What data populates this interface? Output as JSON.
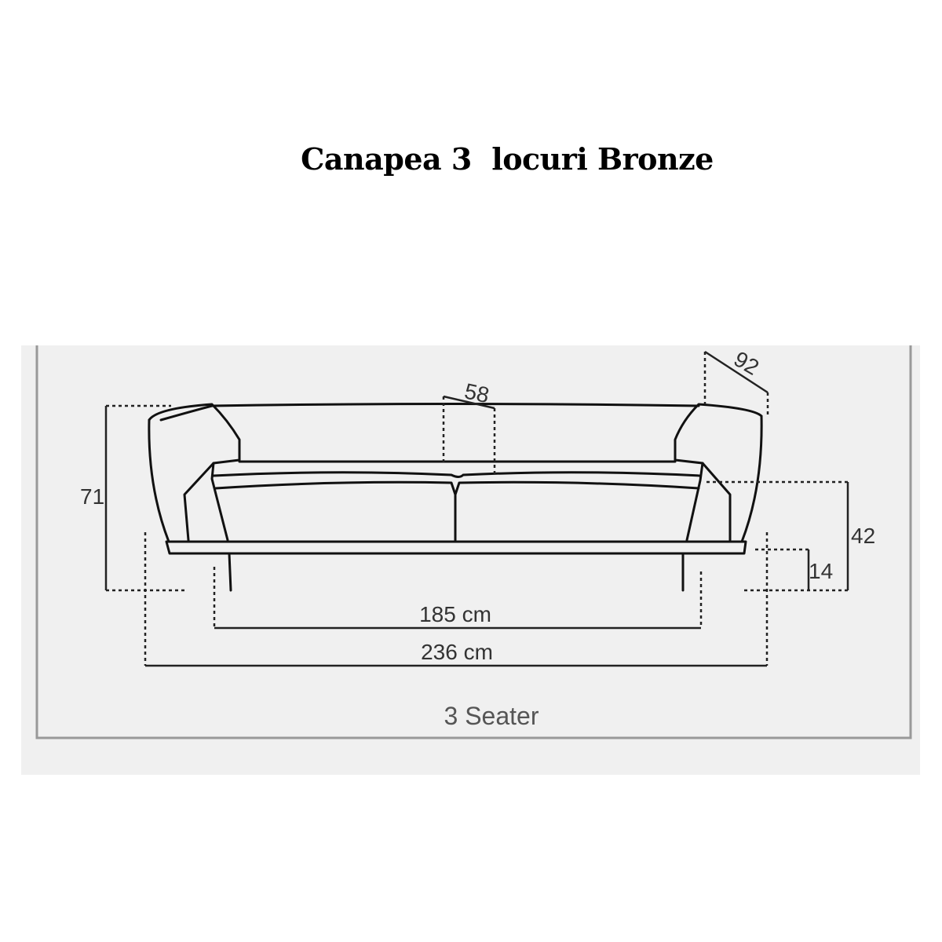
{
  "title": "Canapea 3  locuri Bronze",
  "diagram": {
    "caption": "3 Seater",
    "dimensions": {
      "height": "71",
      "seat_depth": "58",
      "depth": "92",
      "seat_height": "42",
      "leg_height": "14",
      "inner_width": "185 cm",
      "total_width": "236 cm"
    }
  }
}
